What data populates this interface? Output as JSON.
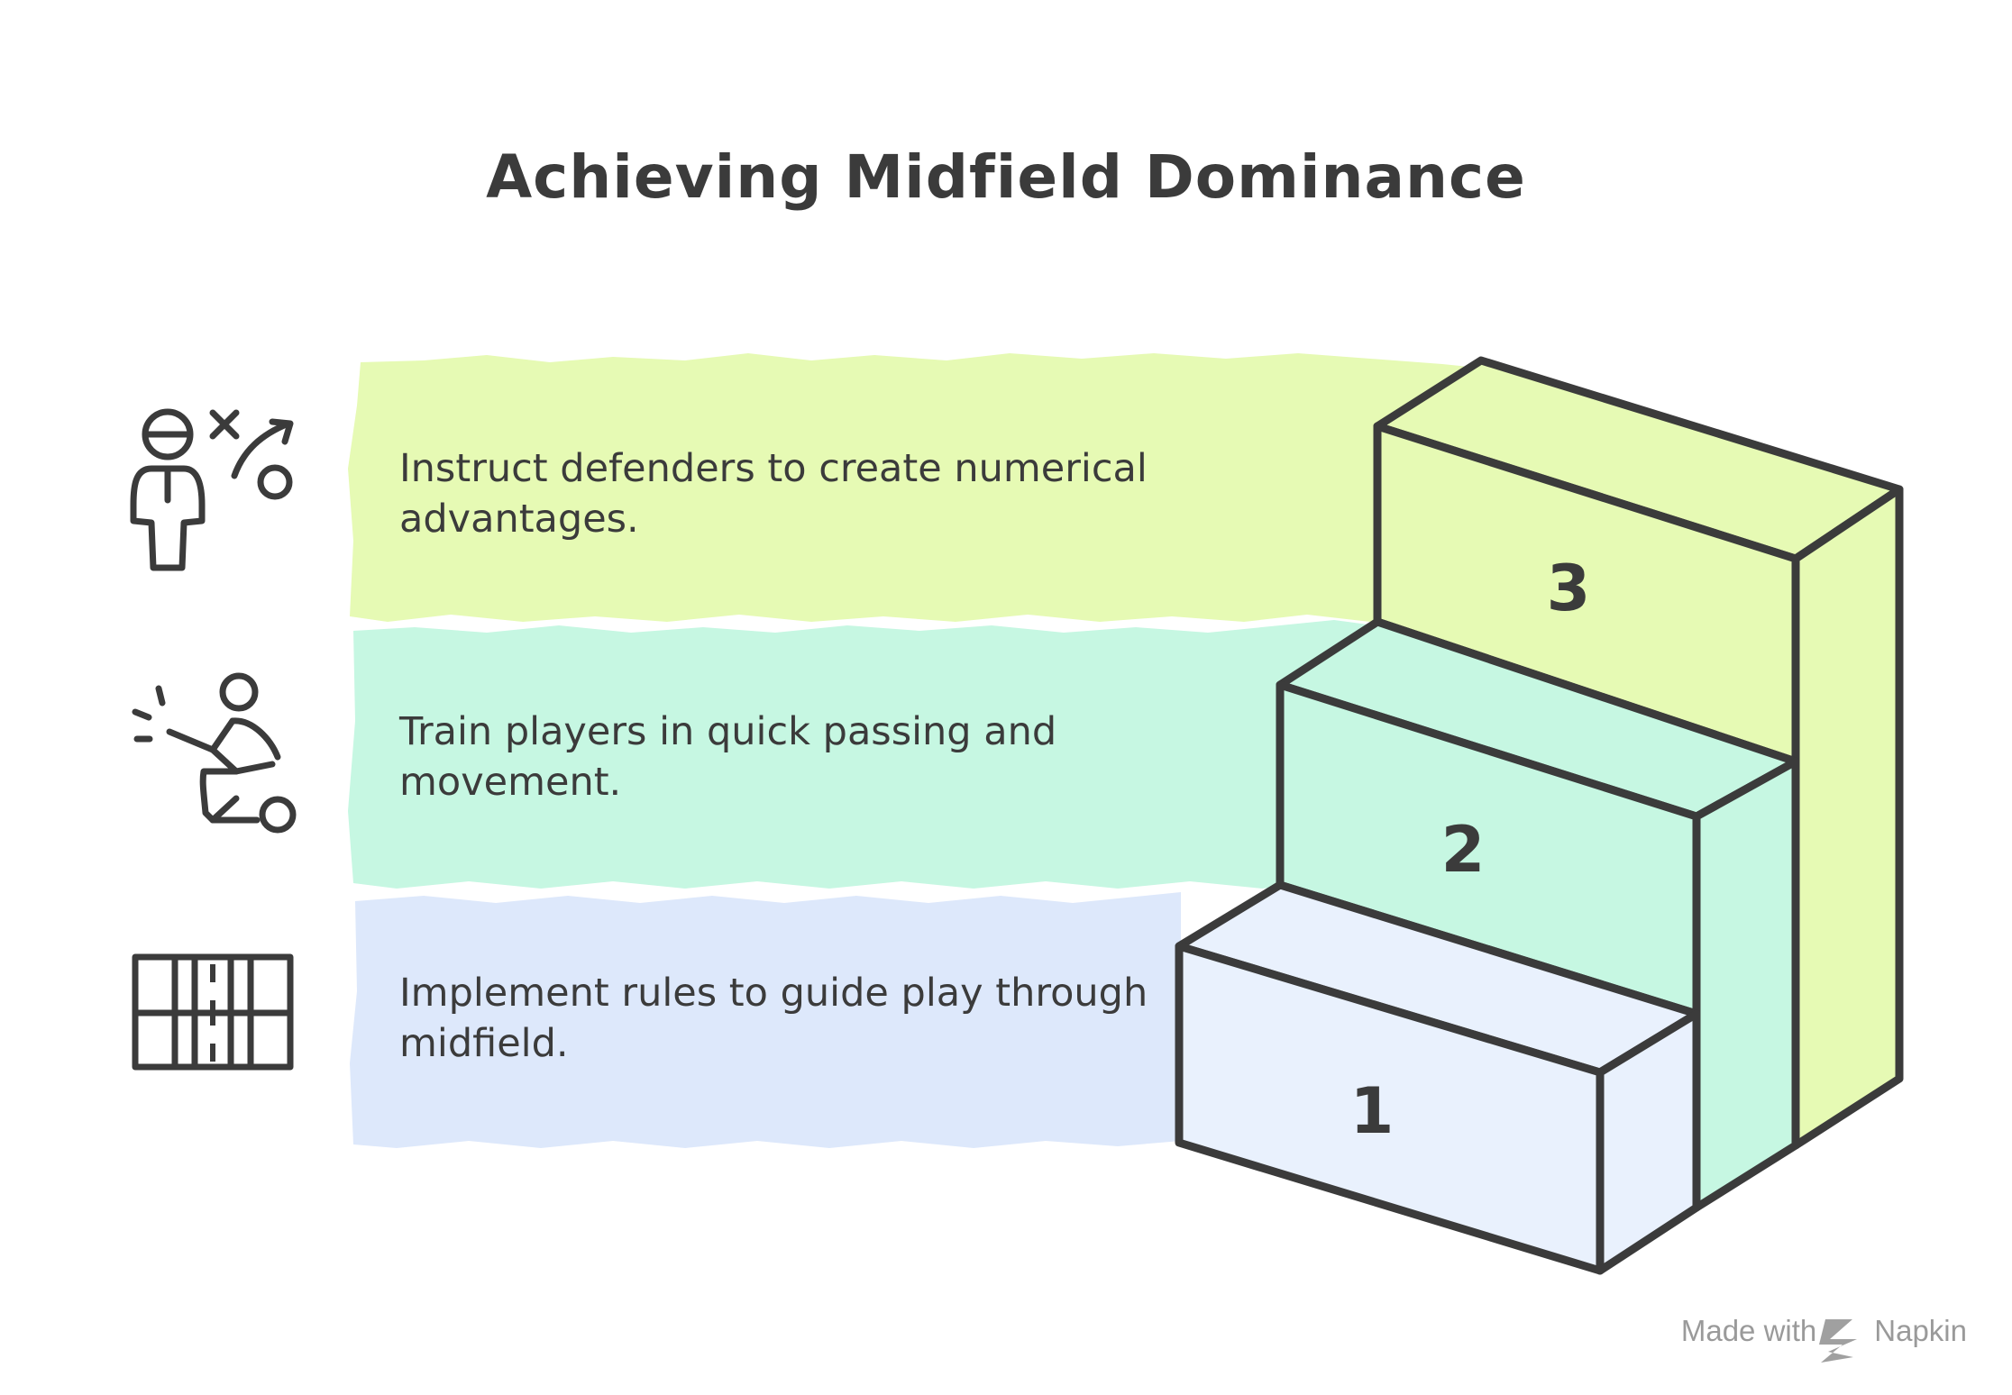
{
  "title": "Achieving Midfield Dominance",
  "steps": [
    {
      "number": "3",
      "text": "Instruct defenders to create numerical advantages.",
      "color": "#e6fab4",
      "icon": "coach-tactics-icon"
    },
    {
      "number": "2",
      "text": "Train players in quick passing and movement.",
      "color": "#c6f7e2",
      "icon": "player-kicking-ball-icon"
    },
    {
      "number": "1",
      "text": "Implement rules to guide play through midfield.",
      "color": "#dde8fb",
      "icon": "field-layout-icon"
    }
  ],
  "footer": {
    "made_with": "Made with",
    "brand": "Napkin"
  },
  "colors": {
    "stroke": "#3b3b3b",
    "step1_face": "#e9f1fd"
  }
}
